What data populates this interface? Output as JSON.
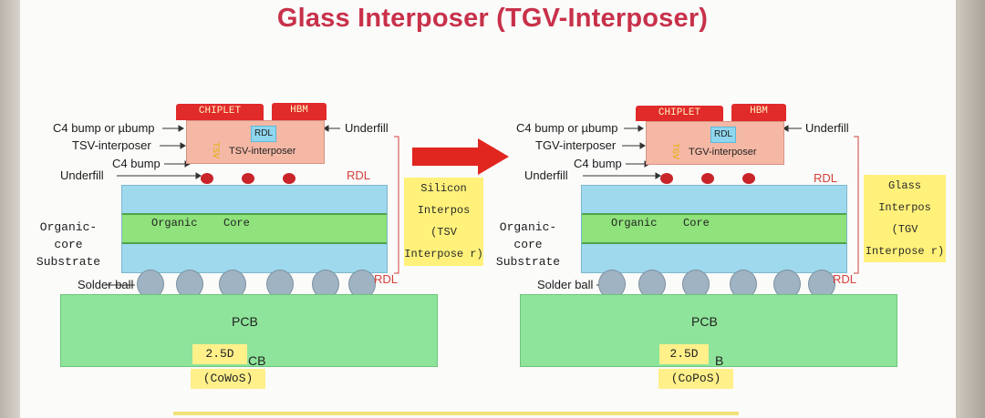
{
  "title": "Glass Interposer (TGV-Interposer)",
  "colors": {
    "title": "#c8314a",
    "chip": "#e12a2a",
    "interposer": "#f5b8a5",
    "substrate": "#9fd9ee",
    "core": "#8fe27c",
    "pcb": "#8ee49a",
    "highlight": "#fff17a",
    "arrow": "#e0261f"
  },
  "left": {
    "chiplet": "CHIPLET",
    "hbm": "HBM",
    "rdl_box": "RDL",
    "interposer_text": "TSV-interposer",
    "via_text": "TSV",
    "labels": {
      "c4_ubump": "C4 bump or µbump",
      "interposer": "TSV-interposer",
      "c4_bump": "C4 bump",
      "underfill_left": "Underfill",
      "underfill_right": "Underfill",
      "rdl_top": "RDL",
      "rdl_bottom": "RDL",
      "organic_1": "Organic-",
      "organic_2": "core",
      "organic_3": "Substrate",
      "solder_ball": "Solder ball",
      "core_organic": "Organic",
      "core_core": "Core",
      "pcb": "PCB",
      "pcb_partial": "CB"
    },
    "callout": "Silicon Interpos (TSV Interpose r)",
    "note_1": "2.5D",
    "note_2": "(CoWoS)"
  },
  "right": {
    "chiplet": "CHIPLET",
    "hbm": "HBM",
    "rdl_box": "RDL",
    "interposer_text": "TGV-interposer",
    "via_text": "TGV",
    "labels": {
      "c4_ubump": "C4 bump or µbump",
      "interposer": "TGV-interposer",
      "c4_bump": "C4 bump",
      "underfill_left": "Underfill",
      "underfill_right": "Underfill",
      "rdl_top": "RDL",
      "rdl_bottom": "RDL",
      "organic_1": "Organic-",
      "organic_2": "core",
      "organic_3": "Substrate",
      "solder_ball": "Solder ball",
      "core_organic": "Organic",
      "core_core": "Core",
      "pcb": "PCB",
      "pcb_partial": "B"
    },
    "callout": "Glass Interpos (TGV Interpose r)",
    "note_1": "2.5D",
    "note_2": "(CoPoS)"
  },
  "icons": {
    "transition": "right-arrow-icon"
  }
}
